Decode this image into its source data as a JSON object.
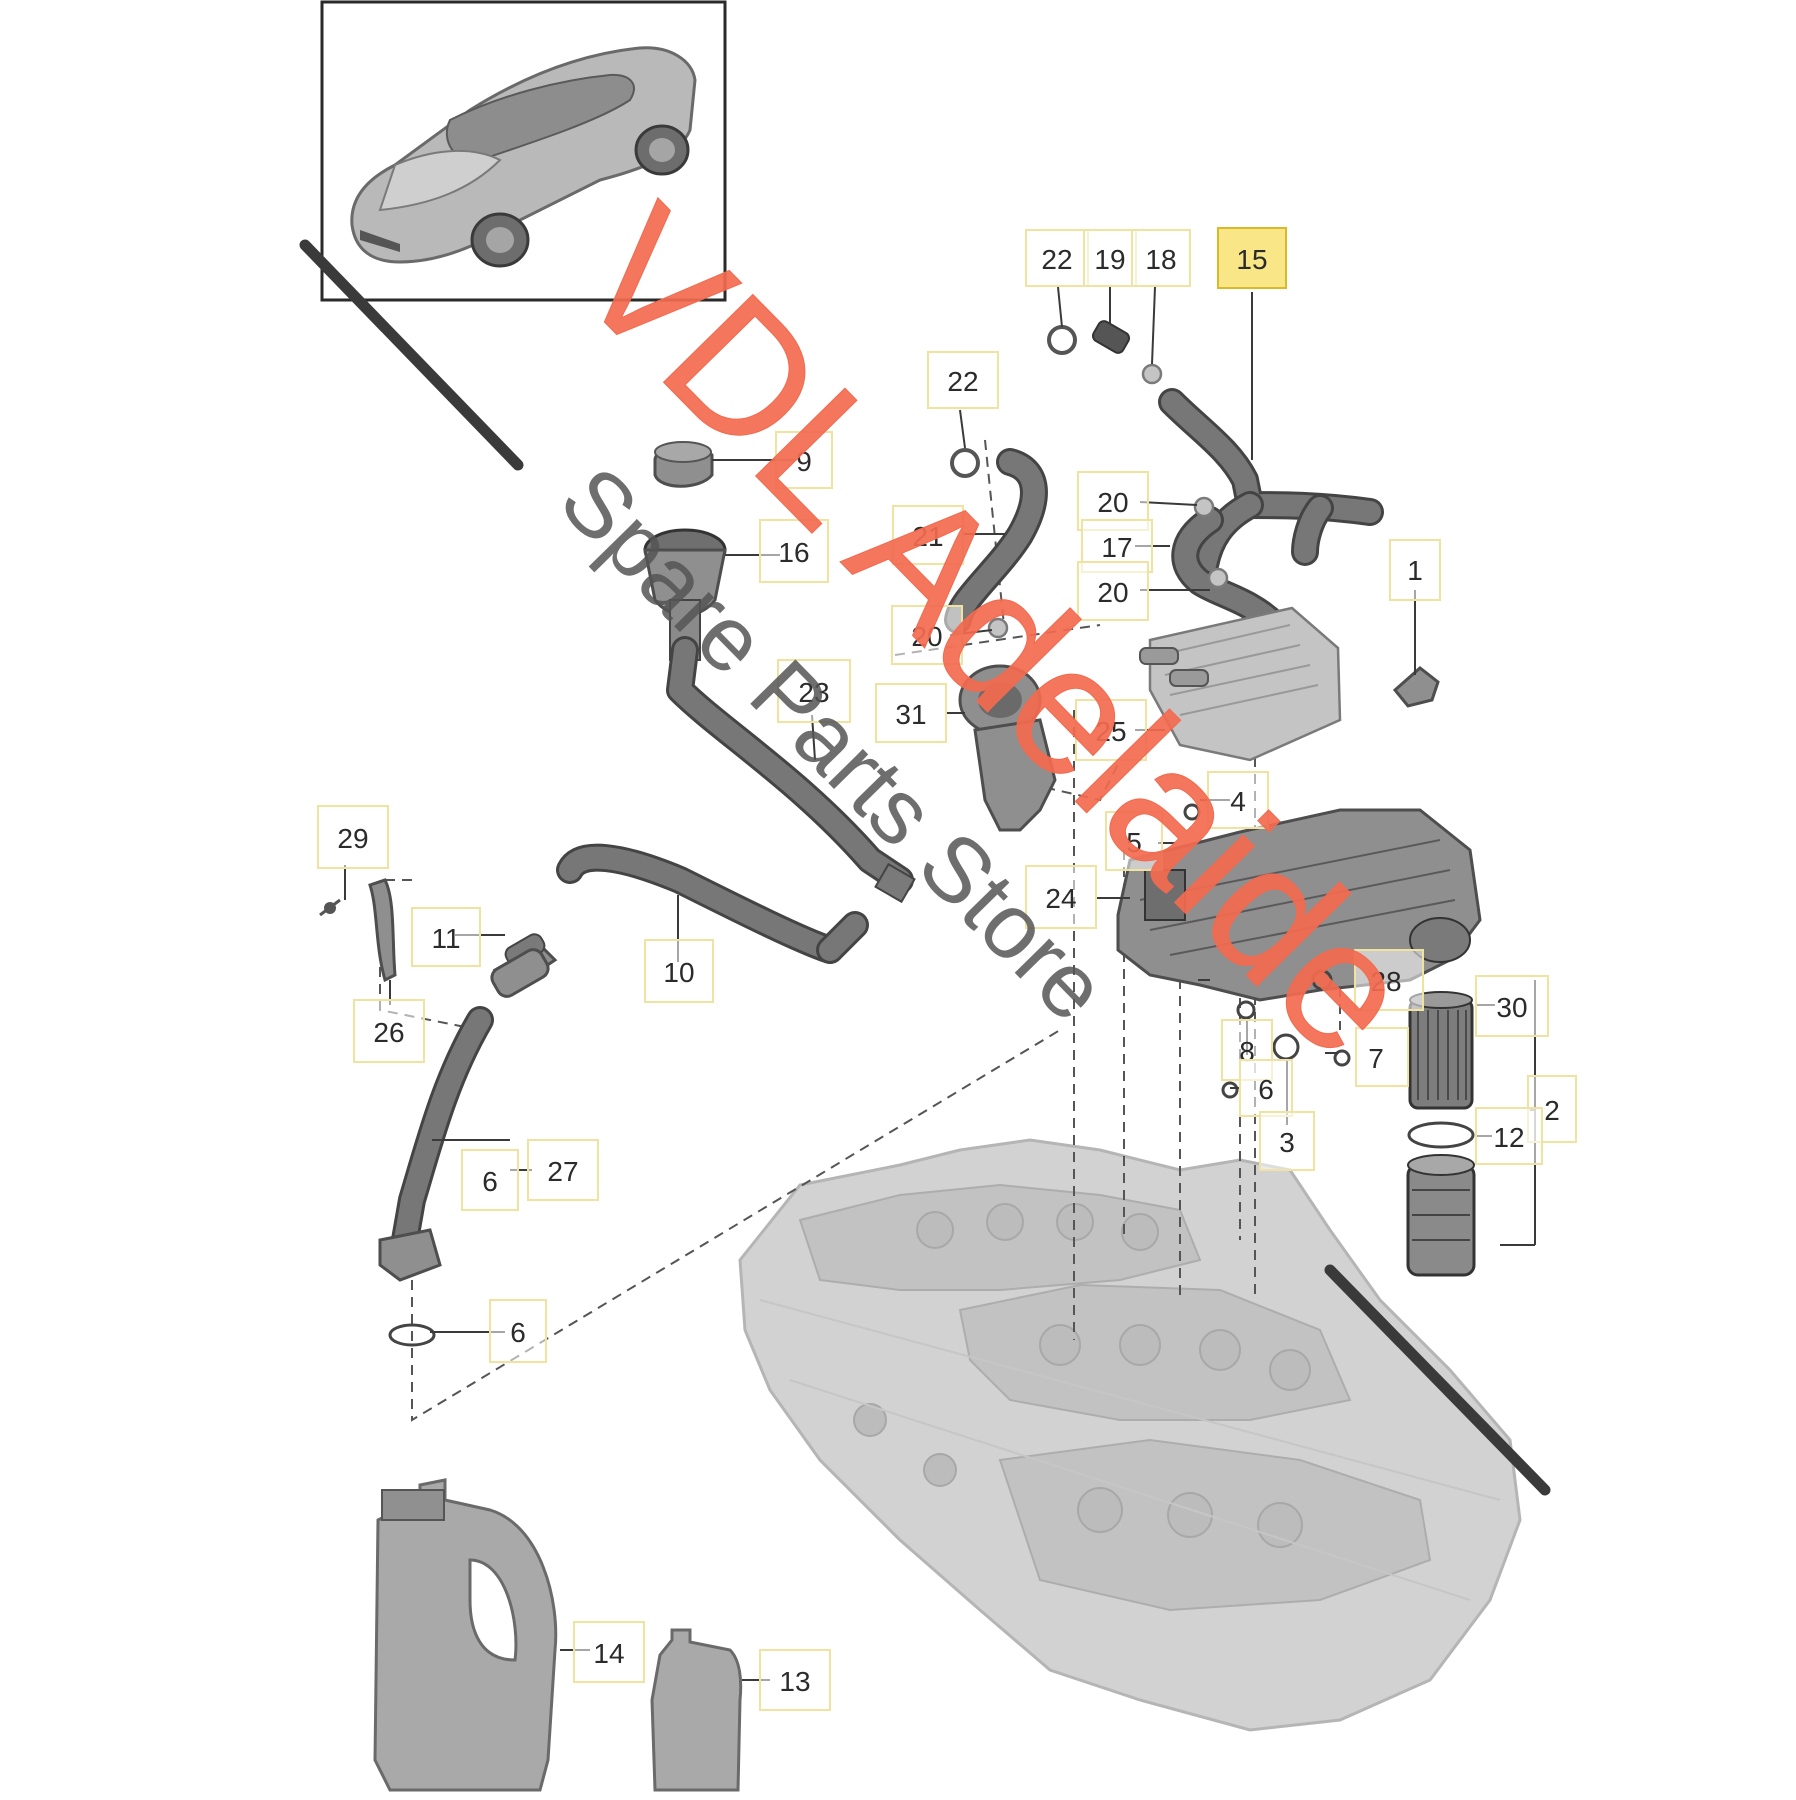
{
  "watermark": {
    "brand": "VDL Adelaide",
    "tagline": "Spare Parts Store",
    "brand_color": "#f26a4f",
    "tagline_color": "#555555"
  },
  "highlight_color": "#f7e37a",
  "callouts": [
    {
      "id": "c22a",
      "label": "22"
    },
    {
      "id": "c19",
      "label": "19"
    },
    {
      "id": "c18",
      "label": "18"
    },
    {
      "id": "c15",
      "label": "15",
      "highlighted": true
    },
    {
      "id": "c22b",
      "label": "22"
    },
    {
      "id": "c9",
      "label": "9"
    },
    {
      "id": "c16",
      "label": "16"
    },
    {
      "id": "c20a",
      "label": "20"
    },
    {
      "id": "c21",
      "label": "21"
    },
    {
      "id": "c17",
      "label": "17"
    },
    {
      "id": "c20b",
      "label": "20"
    },
    {
      "id": "c1",
      "label": "1"
    },
    {
      "id": "c20c",
      "label": "20"
    },
    {
      "id": "c23",
      "label": "23"
    },
    {
      "id": "c31",
      "label": "31"
    },
    {
      "id": "c25",
      "label": "25"
    },
    {
      "id": "c4",
      "label": "4"
    },
    {
      "id": "c5",
      "label": "5"
    },
    {
      "id": "c29",
      "label": "29"
    },
    {
      "id": "c11",
      "label": "11"
    },
    {
      "id": "c10",
      "label": "10"
    },
    {
      "id": "c24",
      "label": "24"
    },
    {
      "id": "c28",
      "label": "28"
    },
    {
      "id": "c30",
      "label": "30"
    },
    {
      "id": "c26",
      "label": "26"
    },
    {
      "id": "c8",
      "label": "8"
    },
    {
      "id": "c7",
      "label": "7"
    },
    {
      "id": "c6a",
      "label": "6"
    },
    {
      "id": "c2",
      "label": "2"
    },
    {
      "id": "c3",
      "label": "3"
    },
    {
      "id": "c12",
      "label": "12"
    },
    {
      "id": "c6b",
      "label": "6"
    },
    {
      "id": "c27",
      "label": "27"
    },
    {
      "id": "c6c",
      "label": "6"
    },
    {
      "id": "c14",
      "label": "14"
    },
    {
      "id": "c13",
      "label": "13"
    }
  ]
}
